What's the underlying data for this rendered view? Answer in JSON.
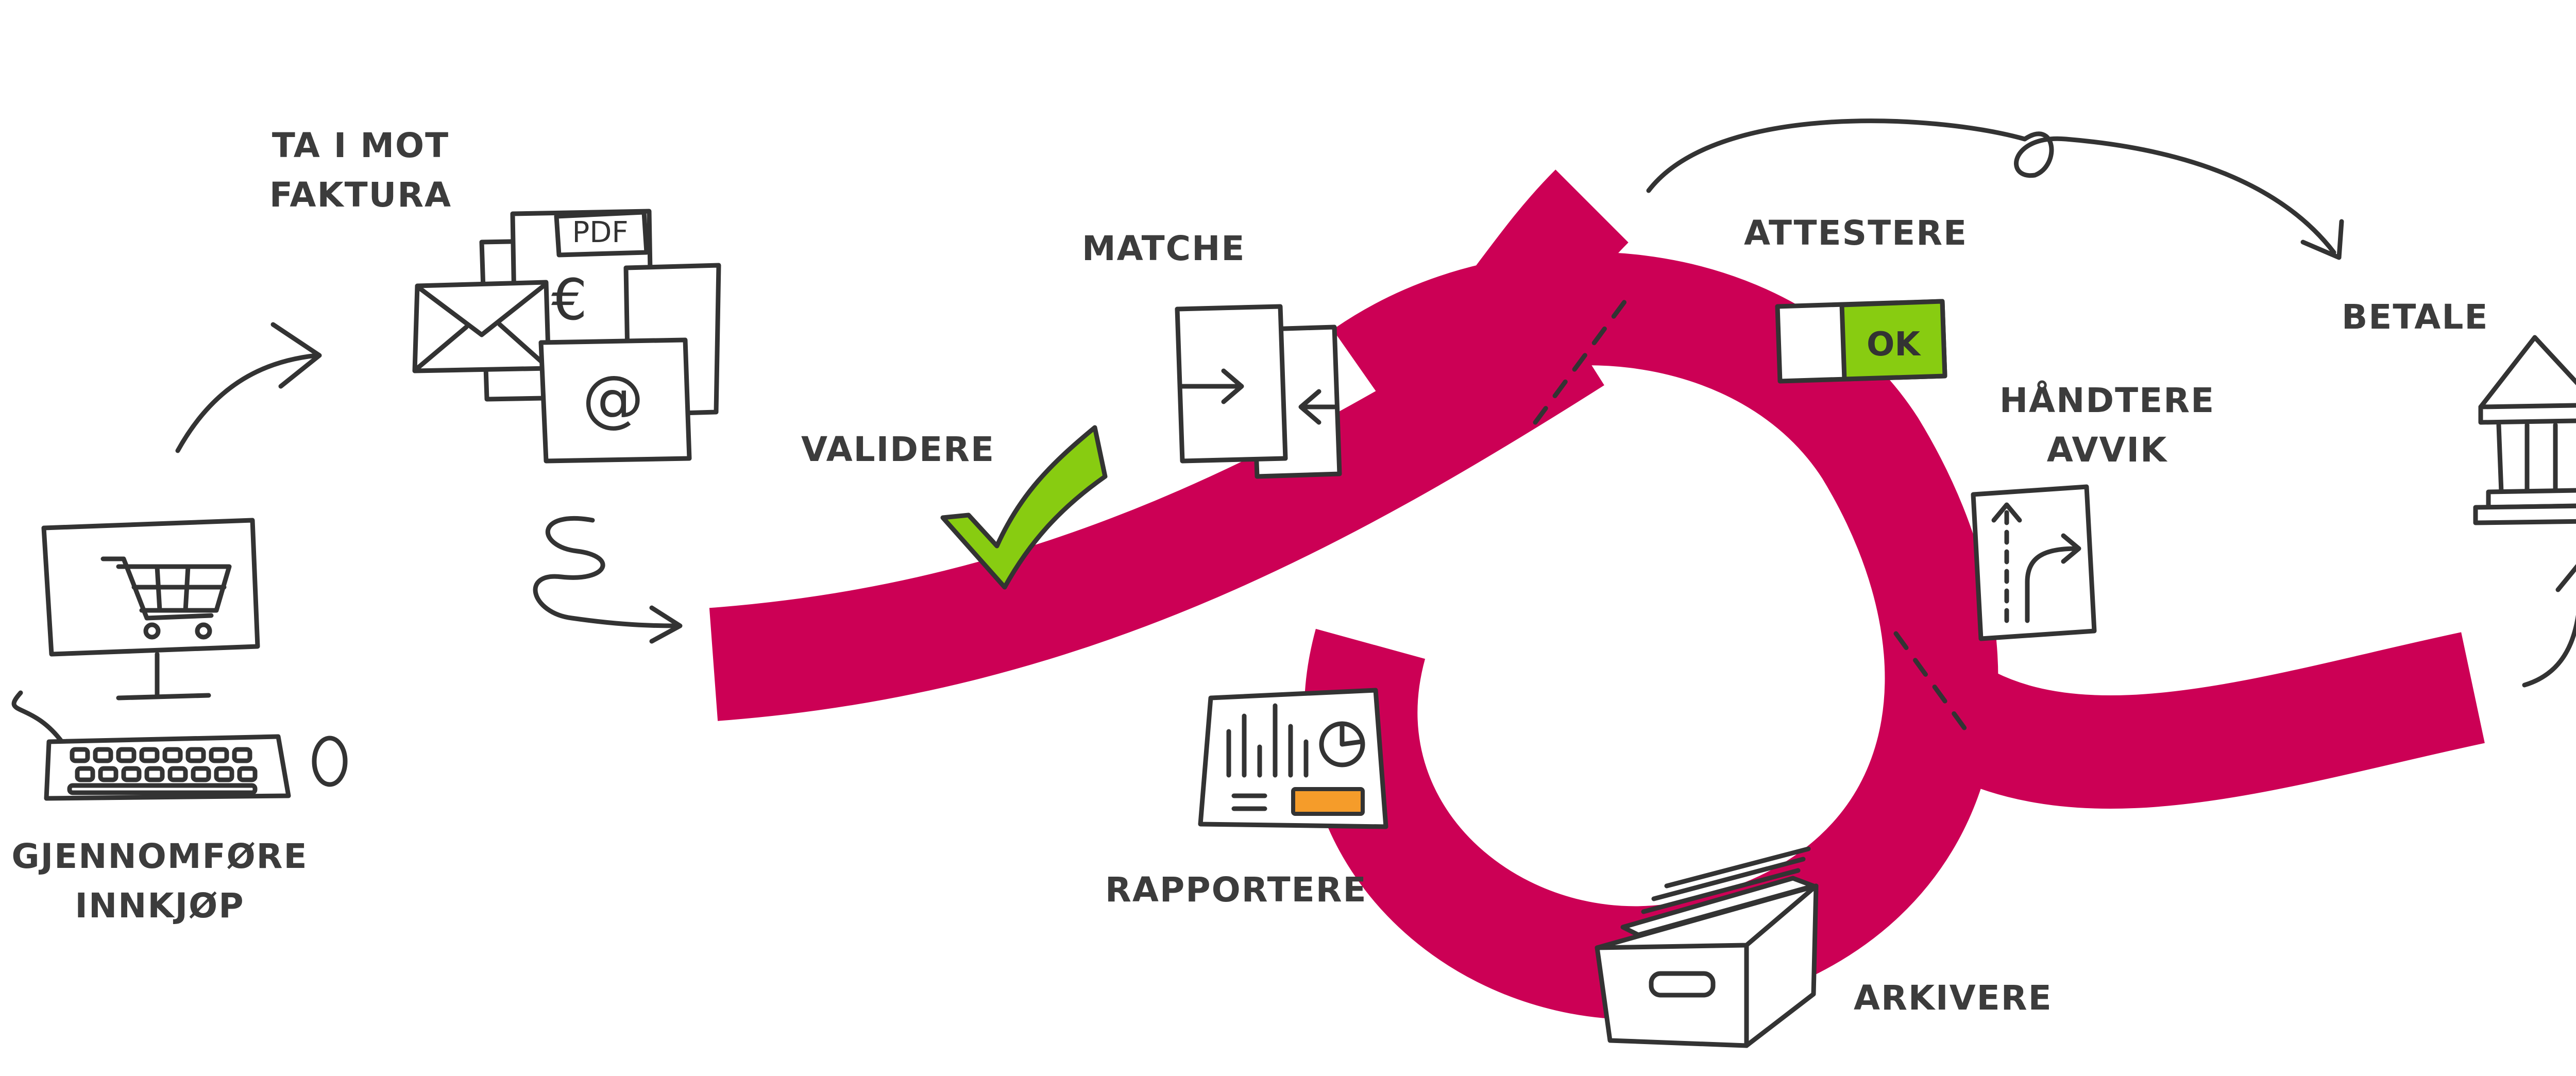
{
  "colors": {
    "track": "#cc0055",
    "ink": "#333333",
    "label": "#3c3c3c",
    "check": "#88cc11",
    "ok_fill": "#88cc11",
    "report_bar": "#f59c2a"
  },
  "steps": {
    "purchase": [
      "GJENNOMFØRE",
      "INNKJØP"
    ],
    "receive": [
      "TA I MOT",
      "FAKTURA"
    ],
    "validate": "VALIDERE",
    "match": "MATCHE",
    "approve": "ATTESTERE",
    "deviation": [
      "HÅNDTERE",
      "AVVIK"
    ],
    "pay": "BETALE",
    "report": "RAPPORTERE",
    "archive": "ARKIVERE"
  },
  "icons": {
    "pdf_tag": "PDF",
    "euro_symbol": "€",
    "at_symbol": "@",
    "ok_switch": "OK",
    "items": [
      "computer-cart-icon",
      "keyboard-icon",
      "mouse-icon",
      "envelope-icon",
      "pdf-document-icon",
      "euro-document-icon",
      "at-document-icon",
      "checkmark-icon",
      "match-documents-icon",
      "ok-toggle-icon",
      "deviation-document-icon",
      "bank-icon",
      "report-icon",
      "archive-box-icon"
    ]
  }
}
